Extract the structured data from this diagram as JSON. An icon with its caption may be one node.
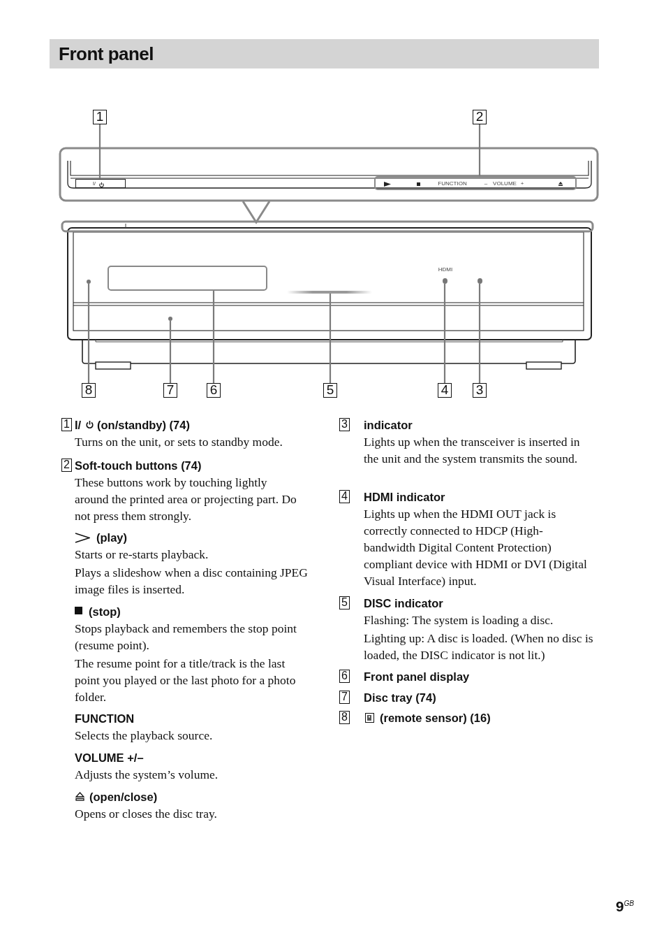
{
  "diagram": {
    "title": "Front panel",
    "nodes": [
      {
        "text": [
          "1"
        ]
      },
      {
        "text": [
          "2"
        ]
      },
      {
        "text": [
          "I/"
        ]
      },
      {
        "text": [
          "FUNCTION",
          "–",
          "VOLUME",
          "+"
        ]
      },
      {
        "text": [],
        "shape": "circle"
      },
      {
        "text": [],
        "shape": "box"
      },
      {
        "text": [],
        "shape": "circle"
      },
      {
        "text": [],
        "shape": "bar"
      },
      {
        "text": [],
        "shape": "circle"
      },
      {
        "text": [],
        "shape": "circle"
      },
      {
        "text": [
          "8"
        ]
      },
      {
        "text": [
          "7"
        ]
      },
      {
        "text": [
          "6"
        ]
      },
      {
        "text": [
          "5"
        ]
      },
      {
        "text": [
          "4"
        ]
      },
      {
        "text": [
          "3"
        ]
      }
    ],
    "edges": [
      {
        "from": 0,
        "to": 2,
        "arrow": "none"
      },
      {
        "from": 1,
        "to": 3,
        "arrow": "none"
      },
      {
        "from": 10,
        "to": 4,
        "arrow": "none"
      },
      {
        "from": 11,
        "to": 6,
        "arrow": "none"
      },
      {
        "from": 12,
        "to": 5,
        "arrow": "none"
      },
      {
        "from": 13,
        "to": 7,
        "arrow": "none"
      },
      {
        "from": 14,
        "to": 8,
        "arrow": "none"
      },
      {
        "from": 15,
        "to": 9,
        "arrow": "none"
      }
    ],
    "labels": [
      "HDMI",
      "1",
      "I/",
      "(on/standby) (74)",
      "Turns on the unit, or sets to standby mode.",
      "2",
      "Soft-touch buttons (74)",
      "These buttons work by touching lightly around the printed area or projecting part. Do not press them strongly.",
      "(play)",
      "Starts or re-starts playback.",
      "Plays a slideshow when a disc containing JPEG image files is inserted.",
      "(stop)",
      "Stops playback and remembers the stop point (resume point).",
      "The resume point for a title/track is the last point you played or the last photo for a photo folder.",
      "FUNCTION",
      "Selects the playback source.",
      "VOLUME +/–",
      "Adjusts the system’s volume.",
      "(open/close)",
      "Opens or closes the disc tray.",
      "3",
      "indicator",
      "Lights up when the transceiver is inserted in the unit and the system transmits the sound.",
      "4",
      "HDMI indicator",
      "Lights up when the HDMI OUT jack is correctly connected to HDCP (High-bandwidth Digital Content Protection) compliant device with HDMI or DVI (Digital Visual Interface) input.",
      "5",
      "DISC indicator",
      "Flashing: The system is loading a disc.",
      "Lighting up: A disc is loaded. (When no disc is loaded, the DISC indicator is not lit.)",
      "6",
      "Front panel display",
      "7",
      "Disc tray (74)",
      "8",
      "(remote sensor) (16)",
      "9$^{GB}$"
    ]
  }
}
